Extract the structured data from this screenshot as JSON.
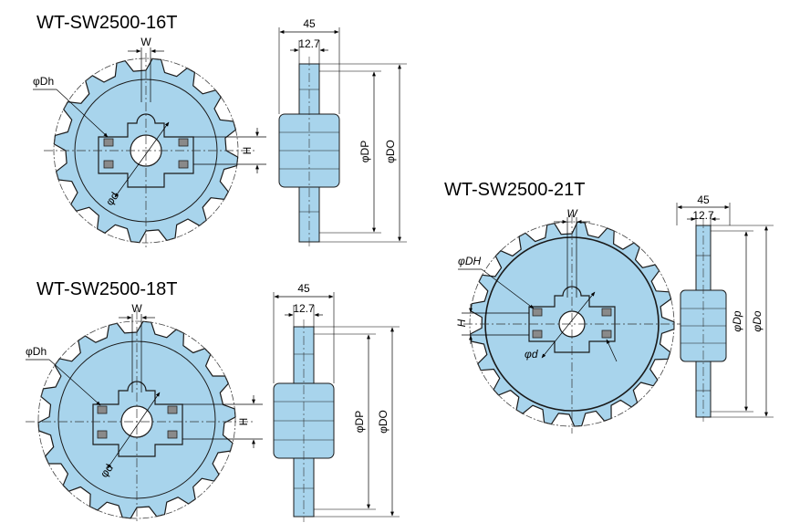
{
  "colors": {
    "part_fill": "#a8d4ec",
    "part_stroke": "#1a1a1a",
    "key_block": "#8a8a8a",
    "centerline": "#333333"
  },
  "drawings": [
    {
      "id": "16t",
      "title": "WT-SW2500-16T",
      "teeth": 16,
      "labels": {
        "w": "W",
        "dh": "φDh",
        "d": "φd",
        "h": "H",
        "width_total": "45",
        "width_hub": "12.7",
        "dp": "φDP",
        "do": "φDO"
      }
    },
    {
      "id": "18t",
      "title": "WT-SW2500-18T",
      "teeth": 18,
      "labels": {
        "w": "W",
        "dh": "φDh",
        "d": "φd",
        "h": "H",
        "width_total": "45",
        "width_hub": "12.7",
        "dp": "φDP",
        "do": "φDO"
      }
    },
    {
      "id": "21t",
      "title": "WT-SW2500-21T",
      "teeth": 21,
      "labels": {
        "w": "W",
        "dh": "φDH",
        "d": "φd",
        "h": "H",
        "width_total": "45",
        "width_hub": "12.7",
        "dp": "φDp",
        "do": "φDo"
      }
    }
  ]
}
